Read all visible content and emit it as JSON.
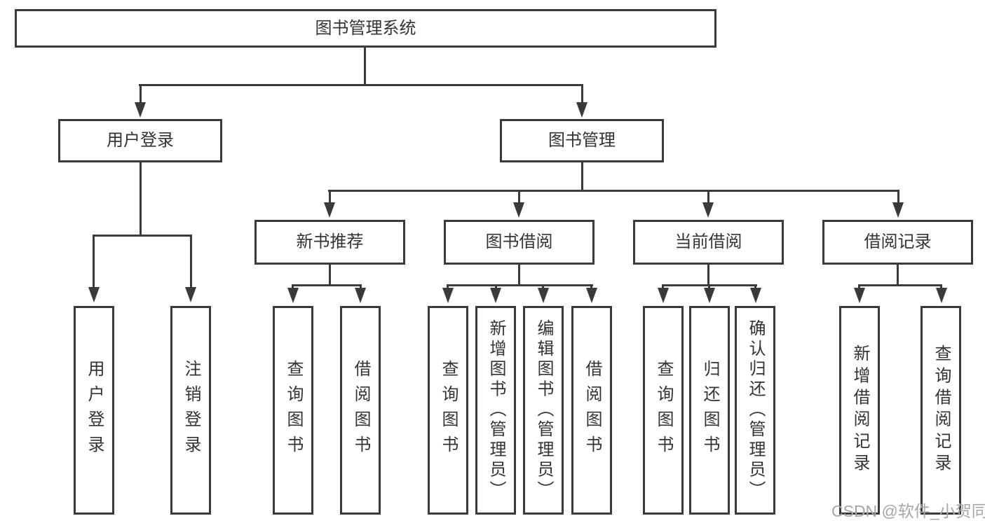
{
  "diagram": {
    "root": {
      "label": "图书管理系统"
    },
    "level2": {
      "user_login": {
        "label": "用户登录"
      },
      "book_management": {
        "label": "图书管理"
      }
    },
    "level3": {
      "new_book_recommend": {
        "label": "新书推荐"
      },
      "book_borrow": {
        "label": "图书借阅"
      },
      "current_borrow": {
        "label": "当前借阅"
      },
      "borrow_records": {
        "label": "借阅记录"
      }
    },
    "leaves": {
      "user_login": {
        "label": "用户登录"
      },
      "logout": {
        "label": "注销登录"
      },
      "nb_query": {
        "label": "查询图书"
      },
      "nb_borrow": {
        "label": "借阅图书"
      },
      "bb_query": {
        "label": "查询图书"
      },
      "bb_add_admin": {
        "label": "新增图书（管理员）"
      },
      "bb_edit_admin": {
        "label": "编辑图书（管理员）"
      },
      "bb_borrow": {
        "label": "借阅图书"
      },
      "cb_query": {
        "label": "查询图书"
      },
      "cb_return": {
        "label": "归还图书"
      },
      "cb_confirm_admin": {
        "label": "确认归还（管理员）"
      },
      "br_add": {
        "label": "新增借阅记录"
      },
      "br_query": {
        "label": "查询借阅记录"
      }
    }
  },
  "watermark": "CSDN @软件_小贺同学",
  "colors": {
    "line": "#3a3a3a",
    "text": "#333333",
    "watermark": "#a6a6a6",
    "background": "#ffffff"
  }
}
